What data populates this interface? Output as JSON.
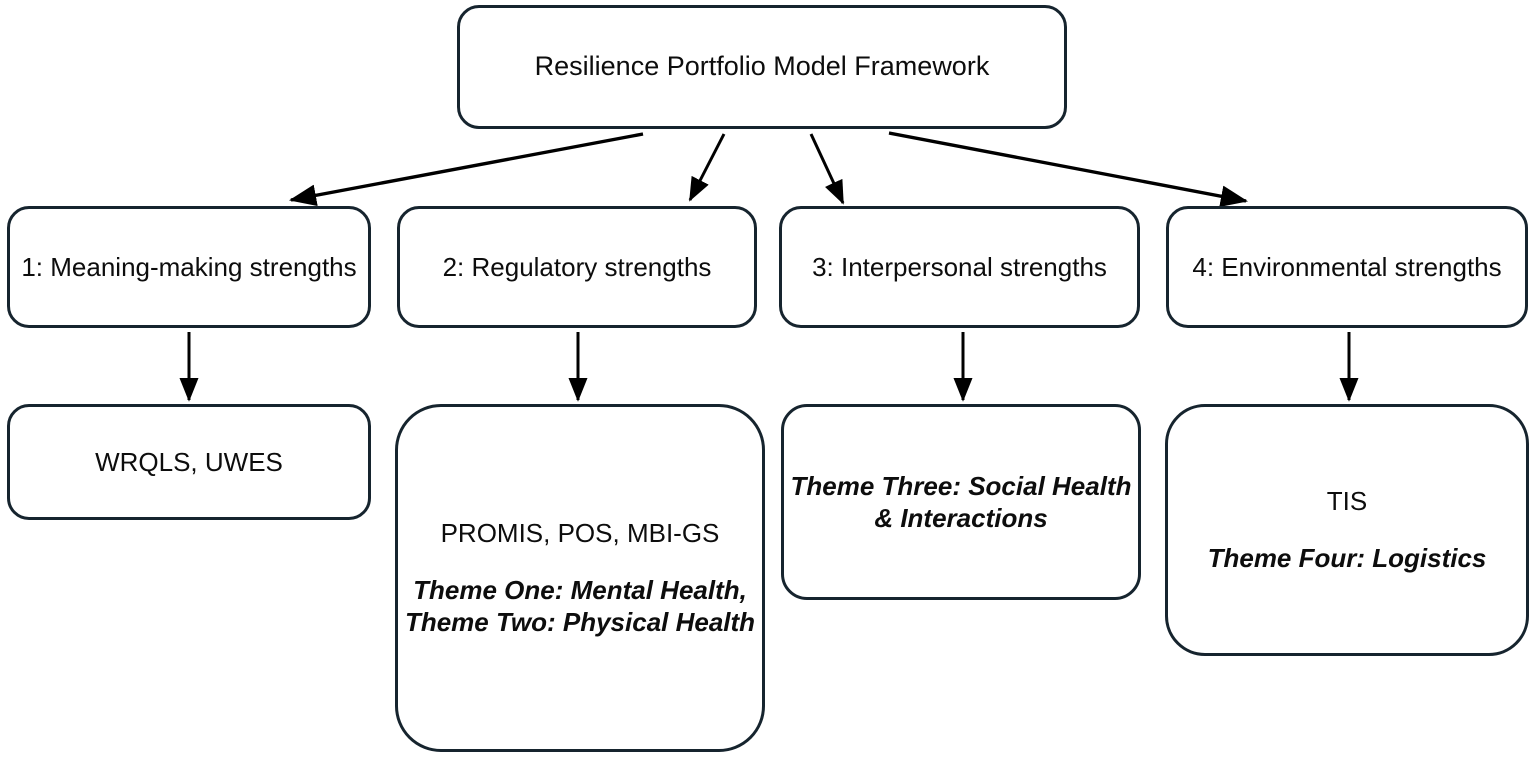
{
  "diagram": {
    "title": "Resilience Portfolio Model Framework",
    "type": "hierarchical-flowchart",
    "colors": {
      "node_border": "#16242e",
      "node_fill": "#ffffff",
      "edge": "#000000",
      "text": "#0d0d0d",
      "background": "#ffffff"
    },
    "root": {
      "label": "Resilience Portfolio Model Framework"
    },
    "branches": [
      {
        "id": "branch-1",
        "label": "1: Meaning-making strengths",
        "measures_line": "WRQLS, UWES",
        "theme_line": ""
      },
      {
        "id": "branch-2",
        "label": "2: Regulatory strengths",
        "measures_line": "PROMIS, POS, MBI-GS",
        "theme_line": "Theme One: Mental Health, Theme Two: Physical Health"
      },
      {
        "id": "branch-3",
        "label": "3: Interpersonal strengths",
        "measures_line": "",
        "theme_line": "Theme Three: Social Health & Interactions"
      },
      {
        "id": "branch-4",
        "label": "4: Environmental strengths",
        "measures_line": "TIS",
        "theme_line": "Theme Four: Logistics"
      }
    ],
    "edges": [
      {
        "from": "root",
        "to": "branch-1",
        "style": "arrow"
      },
      {
        "from": "root",
        "to": "branch-2",
        "style": "arrow"
      },
      {
        "from": "root",
        "to": "branch-3",
        "style": "arrow"
      },
      {
        "from": "root",
        "to": "branch-4",
        "style": "arrow"
      },
      {
        "from": "branch-1",
        "to": "outcome-1",
        "style": "arrow"
      },
      {
        "from": "branch-2",
        "to": "outcome-2",
        "style": "arrow"
      },
      {
        "from": "branch-3",
        "to": "outcome-3",
        "style": "arrow"
      },
      {
        "from": "branch-4",
        "to": "outcome-4",
        "style": "arrow"
      }
    ]
  }
}
